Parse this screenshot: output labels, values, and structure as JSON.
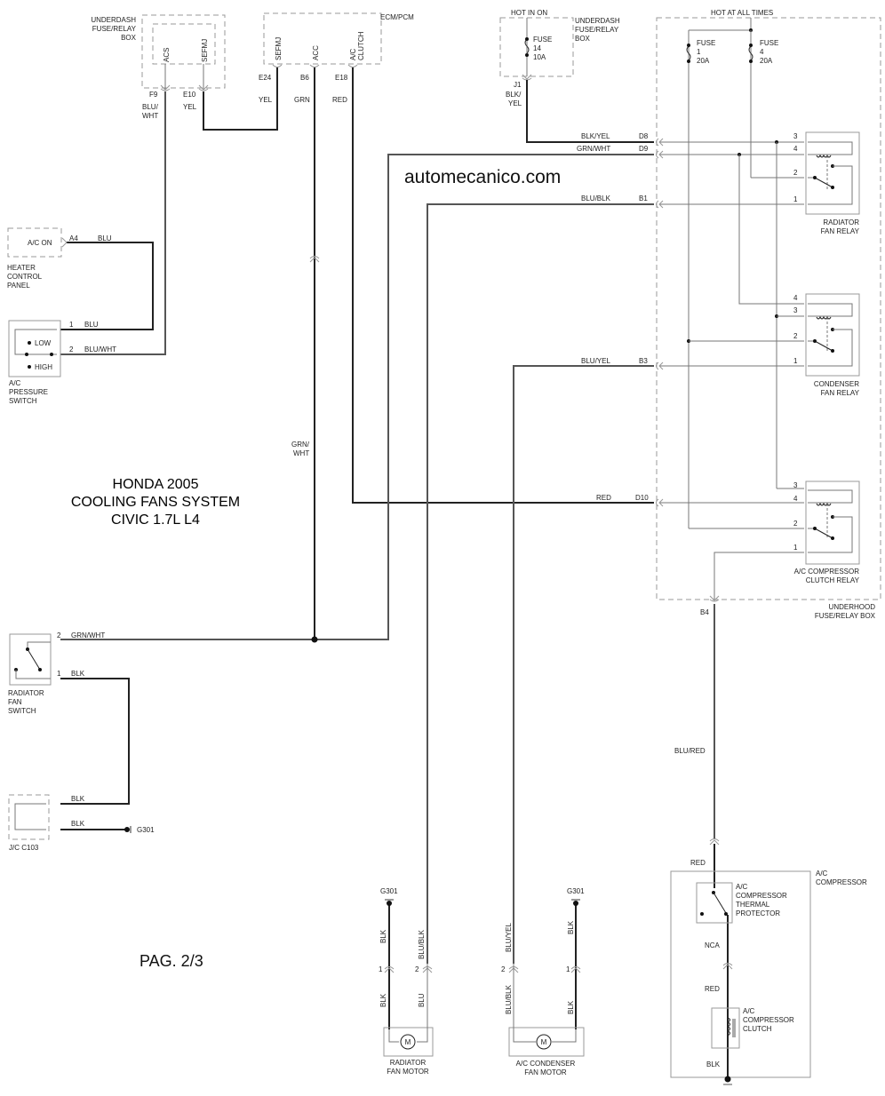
{
  "title": {
    "line1": "HONDA 2005",
    "line2": "COOLING FANS SYSTEM",
    "line3": "CIVIC 1.7L L4"
  },
  "watermark": "automecanico.com",
  "page": "PAG. 2/3",
  "components": {
    "underdash_box_left": {
      "l1": "UNDERDASH",
      "l2": "FUSE/RELAY",
      "l3": "BOX",
      "pin_acs": "ACS",
      "pin_sefmj": "SEFMJ"
    },
    "ecm": {
      "name": "ECM/PCM",
      "pin_sefmj": "SEFMJ",
      "pin_acc": "ACC",
      "pin_ac1": "A/C",
      "pin_ac2": "CLUTCH"
    },
    "underdash_box_right": {
      "hot": "HOT IN ON",
      "l1": "UNDERDASH",
      "l2": "FUSE/RELAY",
      "l3": "BOX",
      "fuse": "FUSE",
      "fuse_no": "14",
      "fuse_amp": "10A"
    },
    "underhood_box": {
      "hot": "HOT AT ALL TIMES",
      "l1": "UNDERHOOD",
      "l2": "FUSE/RELAY BOX",
      "fuse1": {
        "name": "FUSE",
        "no": "1",
        "amp": "20A"
      },
      "fuse4": {
        "name": "FUSE",
        "no": "4",
        "amp": "20A"
      }
    },
    "radiator_relay": {
      "l1": "RADIATOR",
      "l2": "FAN RELAY",
      "pins": [
        "3",
        "4",
        "2",
        "1"
      ]
    },
    "condenser_relay": {
      "l1": "CONDENSER",
      "l2": "FAN RELAY",
      "pins": [
        "4",
        "3",
        "2",
        "1"
      ]
    },
    "clutch_relay": {
      "l1": "A/C COMPRESSOR",
      "l2": "CLUTCH RELAY",
      "pins": [
        "3",
        "4",
        "2",
        "1"
      ]
    },
    "heater_panel": {
      "inner": "A/C ON",
      "l1": "HEATER",
      "l2": "CONTROL",
      "l3": "PANEL"
    },
    "pressure_switch": {
      "low": "LOW",
      "high": "HIGH",
      "l1": "A/C",
      "l2": "PRESSURE",
      "l3": "SWITCH"
    },
    "radiator_fan_switch": {
      "l1": "RADIATOR",
      "l2": "FAN",
      "l3": "SWITCH"
    },
    "jc": {
      "name": "J/C C103"
    },
    "radiator_motor": {
      "l1": "RADIATOR",
      "l2": "FAN MOTOR",
      "symbol": "M"
    },
    "condenser_motor": {
      "l1": "A/C CONDENSER",
      "l2": "FAN MOTOR",
      "symbol": "M"
    },
    "compressor": {
      "l1": "A/C",
      "l2": "COMPRESSOR",
      "thermal": {
        "l1": "A/C",
        "l2": "COMPRESSOR",
        "l3": "THERMAL",
        "l4": "PROTECTOR"
      },
      "clutch": {
        "l1": "A/C",
        "l2": "COMPRESSOR",
        "l3": "CLUTCH"
      }
    }
  },
  "connectors": {
    "f9": "F9",
    "e10": "E10",
    "e24": "E24",
    "b6": "B6",
    "e18": "E18",
    "j1": "J1",
    "d8": "D8",
    "d9": "D9",
    "b1": "B1",
    "b3": "B3",
    "d10": "D10",
    "b4": "B4",
    "a4": "A4",
    "ps1": "1",
    "ps2": "2",
    "rfs2": "2",
    "rfs1": "1",
    "rm1": "1",
    "rm2": "2",
    "cm2": "2",
    "cm1": "1"
  },
  "grounds": {
    "g1": "G301",
    "g2": "G301",
    "g3": "G301"
  },
  "wires": {
    "f9": "BLU/",
    "f9b": "WHT",
    "e10": "YEL",
    "e24": "YEL",
    "b6": "GRN",
    "e18": "RED",
    "j1a": "BLK/",
    "j1b": "YEL",
    "d8": "BLK/YEL",
    "d9": "GRN/WHT",
    "b1": "BLU/BLK",
    "b3": "BLU/YEL",
    "d10": "RED",
    "a4": "BLU",
    "ps1": "BLU",
    "ps2": "BLU/WHT",
    "grnwht_a": "GRN/",
    "grnwht_b": "WHT",
    "rfs2": "GRN/WHT",
    "rfs1": "BLK",
    "jc1": "BLK",
    "jc2": "BLK",
    "b4": "BLU/RED",
    "comp_in": "RED",
    "nca": "NCA",
    "comp_mid": "RED",
    "comp_gnd": "BLK",
    "rm_gnd_top": "BLK",
    "rm_gnd_bot": "BLK",
    "rm_sig_top": "BLU/BLK",
    "rm_sig_bot": "BLU",
    "cm_sig_top": "BLU/YEL",
    "cm_sig_bot": "BLU/BLK",
    "cm_gnd_top": "BLK",
    "cm_gnd_bot": "BLK"
  }
}
